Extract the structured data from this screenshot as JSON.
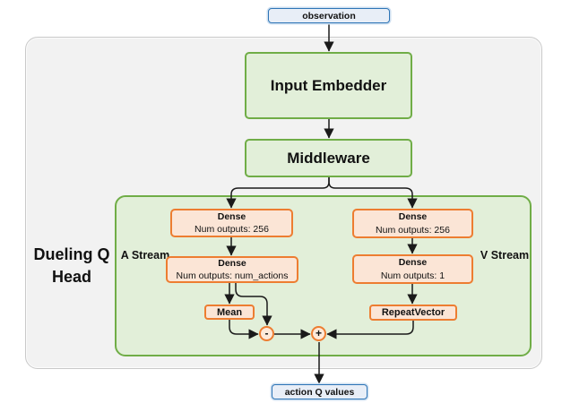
{
  "nodes": {
    "observation": "observation",
    "input_embedder": "Input Embedder",
    "middleware": "Middleware",
    "dueling_head_label": "Dueling Q Head",
    "a_stream_label": "A Stream",
    "v_stream_label": "V Stream",
    "a_dense1": {
      "title": "Dense",
      "subtitle": "Num outputs: 256"
    },
    "a_dense2": {
      "title": "Dense",
      "subtitle": "Num outputs: num_actions"
    },
    "mean": "Mean",
    "v_dense1": {
      "title": "Dense",
      "subtitle": "Num outputs: 256"
    },
    "v_dense2": {
      "title": "Dense",
      "subtitle": "Num outputs: 1"
    },
    "repeat_vector": "RepeatVector",
    "minus_op": "-",
    "plus_op": "+",
    "action_q_values": "action Q values"
  },
  "colors": {
    "io_fill": "#e8eef7",
    "io_border": "#2e75b6",
    "green_fill": "#e2efd9",
    "green_border": "#70ad47",
    "orange_fill": "#fbe5d6",
    "orange_border": "#ed7d31",
    "outer_container_fill": "#f2f2f2",
    "outer_container_border": "#c9c9c9",
    "arrow": "#1a1a1a"
  }
}
